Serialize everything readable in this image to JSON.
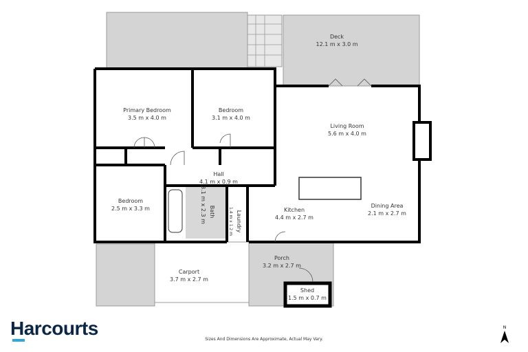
{
  "rooms": {
    "deck": {
      "name": "Deck",
      "dims": "12.1 m x 3.0 m"
    },
    "primary_bedroom": {
      "name": "Primary Bedroom",
      "dims": "3.5 m x 4.0 m"
    },
    "bedroom_2": {
      "name": "Bedroom",
      "dims": "3.1 m x 4.0 m"
    },
    "living_room": {
      "name": "Living Room",
      "dims": "5.6 m x 4.0 m"
    },
    "hall": {
      "name": "Hall",
      "dims": "4.1 m x 0.9 m"
    },
    "bedroom_3": {
      "name": "Bedroom",
      "dims": "2.5 m x 3.3 m"
    },
    "bath": {
      "name": "Bath",
      "dims": "3.1 m x 2.3 m"
    },
    "laundry": {
      "name": "Laundry",
      "dims": "1.4 m x 1.2 m"
    },
    "kitchen": {
      "name": "Kitchen",
      "dims": "4.4 m x 2.7 m"
    },
    "dining_area": {
      "name": "Dining Area",
      "dims": "2.1 m x 2.7 m"
    },
    "carport": {
      "name": "Carport",
      "dims": "3.7 m x 2.7 m"
    },
    "porch": {
      "name": "Porch",
      "dims": "3.2 m x 2.7 m"
    },
    "shed": {
      "name": "Shed",
      "dims": "1.5 m x 0.7 m"
    }
  },
  "footer": {
    "brand": "Harcourts",
    "disclaimer": "Sizes And Dimensions Are Approximate, Actual May Vary.",
    "north_label": "N"
  },
  "colors": {
    "wall": "#000000",
    "outdoor": "#d4d4d4",
    "brand": "#0b2747",
    "brand_accent": "#2fa6dc"
  }
}
